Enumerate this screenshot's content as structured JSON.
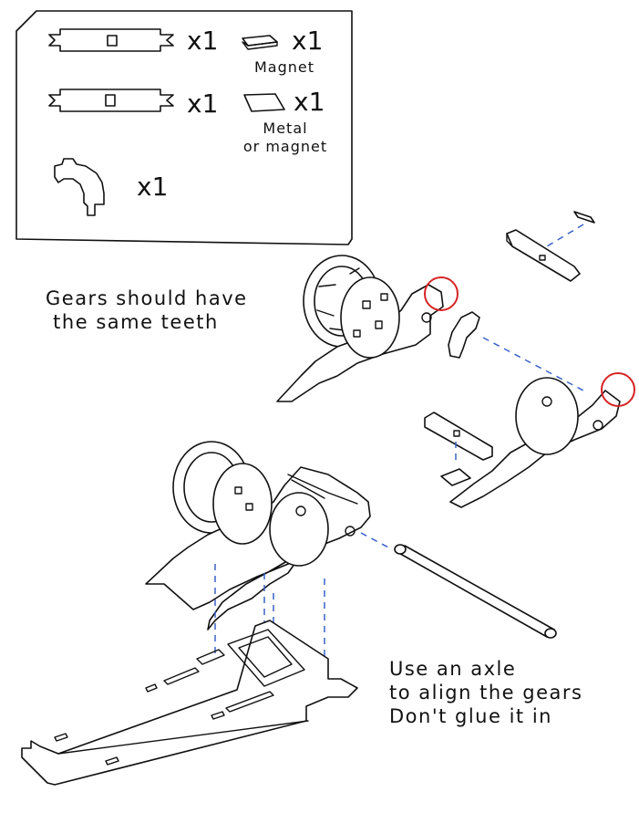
{
  "parts_list": {
    "items": [
      {
        "name": "gear-bracket-a",
        "qty": "x1"
      },
      {
        "name": "gear-bracket-b",
        "qty": "x1"
      },
      {
        "name": "curved-gear-piece",
        "qty": "x1"
      },
      {
        "name": "magnet",
        "qty": "x1",
        "caption": "Magnet"
      },
      {
        "name": "metal-plate",
        "qty": "x1",
        "caption": "Metal\nor magnet"
      }
    ]
  },
  "annotations": {
    "gears_note": "Gears should have\n the same teeth",
    "axle_note": "Use an axle\nto align the gears\nDon't glue it in"
  },
  "colors": {
    "guide_dashes": "#3a62c9",
    "highlight_circles": "#d62424",
    "line_art": "#111111"
  }
}
